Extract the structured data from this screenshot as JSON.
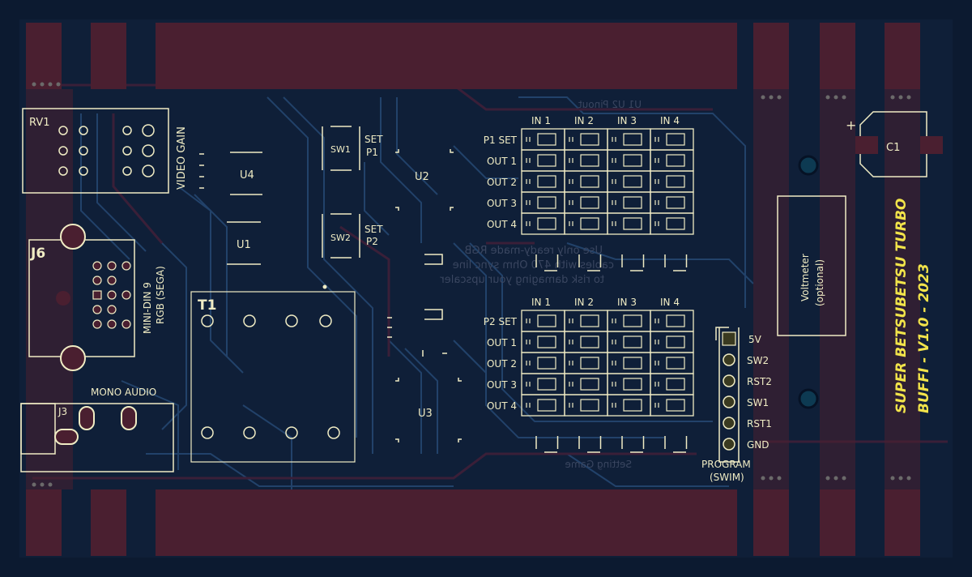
{
  "board": {
    "title_line1": "SUPER BETSUBETSU TURBO",
    "title_line2": "BUFFI - V1.0 - 2023"
  },
  "components": {
    "rv1": "RV1",
    "video_gain": "VIDEO GAIN",
    "u4": "U4",
    "u1": "U1",
    "u2": "U2",
    "u3": "U3",
    "sw1": "SW1",
    "sw2": "SW2",
    "set_p1": [
      "SET",
      "P1"
    ],
    "set_p2": [
      "SET",
      "P2"
    ],
    "j6": "J6",
    "mini_din": [
      "MINI-DIN 9",
      "RGB (SEGA)"
    ],
    "t1": "T1",
    "j3": "J3",
    "mono_audio": "MONO AUDIO",
    "c1": "C1",
    "c1_plus": "+",
    "voltmeter": [
      "Voltmeter",
      "(optional)"
    ]
  },
  "matrix": {
    "columns": [
      "IN 1",
      "IN 2",
      "IN 3",
      "IN 4"
    ],
    "p1_rows": [
      "P1 SET",
      "OUT 1",
      "OUT 2",
      "OUT 3",
      "OUT 4"
    ],
    "p2_rows": [
      "P2 SET",
      "OUT 1",
      "OUT 2",
      "OUT 3",
      "OUT 4"
    ]
  },
  "program_header": {
    "pins": [
      "5V",
      "SW2",
      "RST2",
      "SW1",
      "RST1",
      "GND"
    ],
    "label": [
      "PROGRAM",
      "(SWIM)"
    ]
  },
  "back_text": [
    "Use only ready-made RGB",
    "cables with 470 Ohm sync line",
    "to risk damaging your upscaler"
  ],
  "colors": {
    "background": "#0c1a30",
    "silkscreen": "#f0ecc4",
    "copper_pads": "#4a1f30",
    "back_traces": "#24466e",
    "front_traces": "#3a1f36"
  }
}
